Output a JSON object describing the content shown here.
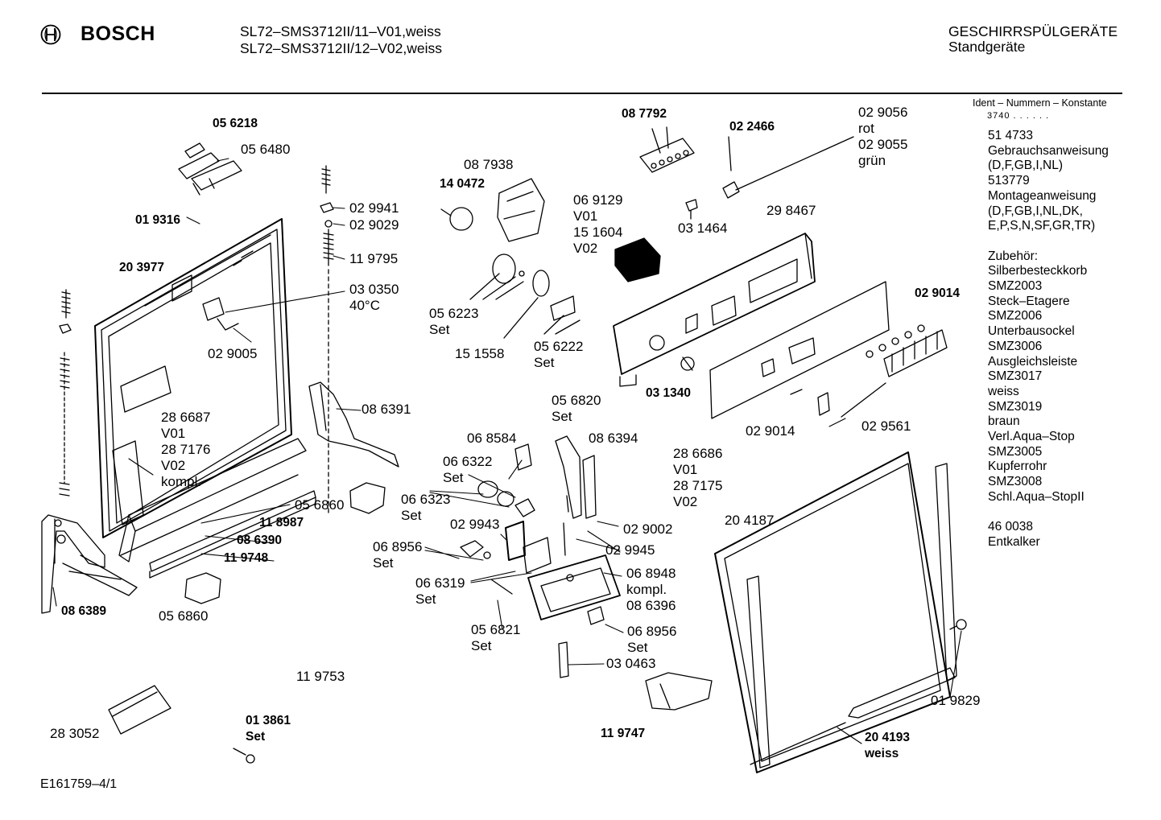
{
  "header": {
    "brand": "BOSCH",
    "model_line_1": "SL72–SMS3712II/11–V01,weiss",
    "model_line_2": "SL72–SMS3712II/12–V02,weiss",
    "category_line_1": "GESCHIRRSPÜLGERÄTE",
    "category_line_2": "Standgeräte"
  },
  "sidebar": {
    "ident_heading": "Ident – Nummern – Konstante",
    "ident_value": "3740 . . . . . .",
    "lines": [
      "51 4733",
      "Gebrauchsanweisung",
      "(D,F,GB,I,NL)",
      "513779",
      "Montageanweisung",
      "(D,F,GB,I,NL,DK,",
      "E,P,S,N,SF,GR,TR)",
      "",
      "Zubehör:",
      "Silberbesteckkorb",
      "SMZ2003",
      "Steck–Etagere",
      "SMZ2006",
      "Unterbausockel",
      "SMZ3006",
      "Ausgleichsleiste",
      "SMZ3017",
      "weiss",
      "SMZ3019",
      "braun",
      "Verl.Aqua–Stop",
      "SMZ3005",
      "Kupferrohr",
      "SMZ3008",
      "Schl.Aqua–StopII",
      "",
      "46 0038",
      "Entkalker"
    ]
  },
  "labels": [
    {
      "text": "05 6218",
      "bold": true
    },
    {
      "text": "05 6480",
      "bold": false
    },
    {
      "text": "01 9316",
      "bold": true
    },
    {
      "text": "20 3977",
      "bold": true
    },
    {
      "text": "02 9941",
      "bold": false
    },
    {
      "text": "02 9029",
      "bold": false
    },
    {
      "text": "11 9795",
      "bold": false
    },
    {
      "text": "03 0350\n40°C",
      "bold": false
    },
    {
      "text": "02 9005",
      "bold": false
    },
    {
      "text": "28 6687\nV01\n28 7176\nV02\nkompl.",
      "bold": false
    },
    {
      "text": "08 6391",
      "bold": false
    },
    {
      "text": "05 6860",
      "bold": false
    },
    {
      "text": "11 8987",
      "bold": true
    },
    {
      "text": "08 6390",
      "bold": true
    },
    {
      "text": "11 9748",
      "bold": true
    },
    {
      "text": "08 6389",
      "bold": true
    },
    {
      "text": "05 6860",
      "bold": false
    },
    {
      "text": "11 9753",
      "bold": false
    },
    {
      "text": "28 3052",
      "bold": false
    },
    {
      "text": "01 3861\nSet",
      "bold": true
    },
    {
      "text": "08 7938",
      "bold": false
    },
    {
      "text": "14 0472",
      "bold": true
    },
    {
      "text": "08 7792",
      "bold": true
    },
    {
      "text": "02 2466",
      "bold": true
    },
    {
      "text": "02 9056\nrot\n02 9055\ngrün",
      "bold": false
    },
    {
      "text": "06 9129\nV01\n15 1604\nV02",
      "bold": false
    },
    {
      "text": "03 1464",
      "bold": false
    },
    {
      "text": "29 8467",
      "bold": false
    },
    {
      "text": "05 6223\nSet",
      "bold": false
    },
    {
      "text": "15 1558",
      "bold": false
    },
    {
      "text": "05 6222\nSet",
      "bold": false
    },
    {
      "text": "02 9014",
      "bold": true
    },
    {
      "text": "03 1340",
      "bold": true
    },
    {
      "text": "28 6686\nV01\n28 7175\nV02",
      "bold": false
    },
    {
      "text": "02 9014",
      "bold": false
    },
    {
      "text": "02 9561",
      "bold": false
    },
    {
      "text": "05 6820\nSet",
      "bold": false
    },
    {
      "text": "06 8584",
      "bold": false
    },
    {
      "text": "08 6394",
      "bold": false
    },
    {
      "text": "06 6322\nSet",
      "bold": false
    },
    {
      "text": "06 6323\nSet",
      "bold": false
    },
    {
      "text": "02 9943",
      "bold": false
    },
    {
      "text": "02 9002",
      "bold": false
    },
    {
      "text": "02 9945",
      "bold": false
    },
    {
      "text": "06 8956\nSet",
      "bold": false
    },
    {
      "text": "06 6319\nSet",
      "bold": false
    },
    {
      "text": "06 8948\nkompl.\n08 6396",
      "bold": false
    },
    {
      "text": "05 6821\nSet",
      "bold": false
    },
    {
      "text": "06 8956\nSet",
      "bold": false
    },
    {
      "text": "03 0463",
      "bold": false
    },
    {
      "text": "20 4187",
      "bold": false
    },
    {
      "text": "11 9747",
      "bold": true
    },
    {
      "text": "20 4193\nweiss",
      "bold": true
    },
    {
      "text": "01 9829",
      "bold": false
    }
  ],
  "footer": {
    "code": "E161759–4/1"
  }
}
